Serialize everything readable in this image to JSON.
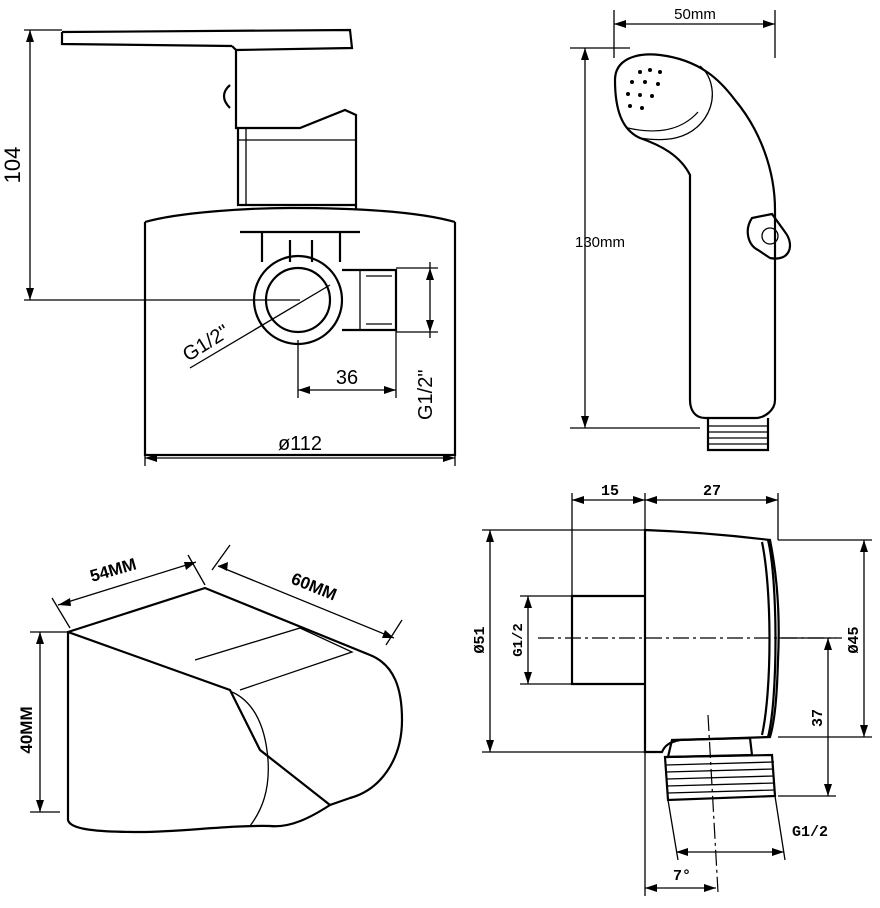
{
  "valve": {
    "height": "104",
    "diameter": "ø112",
    "outlet_offset": "36",
    "thread_left": "G1/2\"",
    "thread_right": "G1/2\""
  },
  "sprayer": {
    "width": "50mm",
    "height": "130mm"
  },
  "holder": {
    "width": "54MM",
    "depth": "60MM",
    "height": "40MM"
  },
  "elbow": {
    "dim_15": "15",
    "dim_27": "27",
    "dia_51": "Ø51",
    "dia_45": "Ø45",
    "thread_inlet": "G1/2",
    "dim_37": "37",
    "thread_outlet": "G1/2",
    "angle": "7°"
  }
}
